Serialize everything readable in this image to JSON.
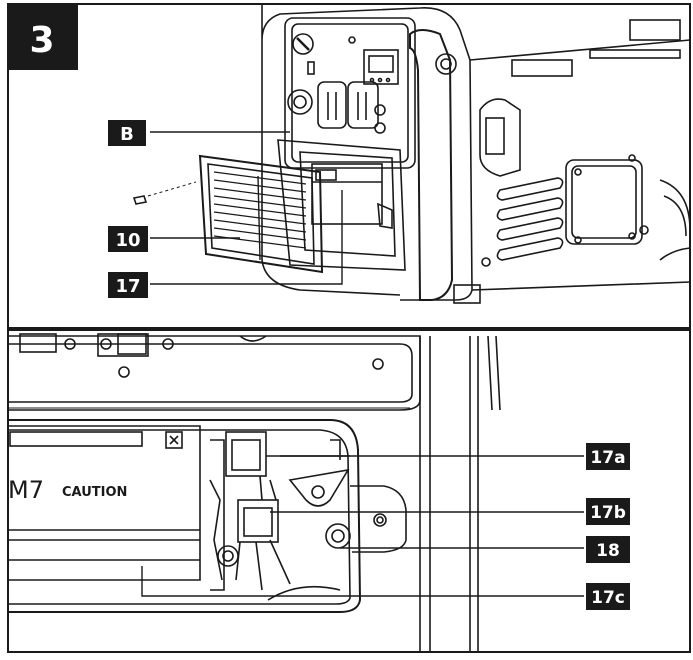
{
  "figure": {
    "step_number": "3",
    "colors": {
      "ink": "#1a1a1a",
      "label_bg": "#1a1a1a",
      "label_text": "#ffffff",
      "paper": "#ffffff"
    }
  },
  "top_panel": {
    "callouts": [
      {
        "id": "B",
        "text": "B"
      },
      {
        "id": "10",
        "text": "10"
      },
      {
        "id": "17",
        "text": "17"
      }
    ]
  },
  "bottom_panel": {
    "printed_text": [
      "M7",
      "CAUTION"
    ],
    "callouts": [
      {
        "id": "17a",
        "text": "17a"
      },
      {
        "id": "17b",
        "text": "17b"
      },
      {
        "id": "18",
        "text": "18"
      },
      {
        "id": "17c",
        "text": "17c"
      }
    ]
  }
}
